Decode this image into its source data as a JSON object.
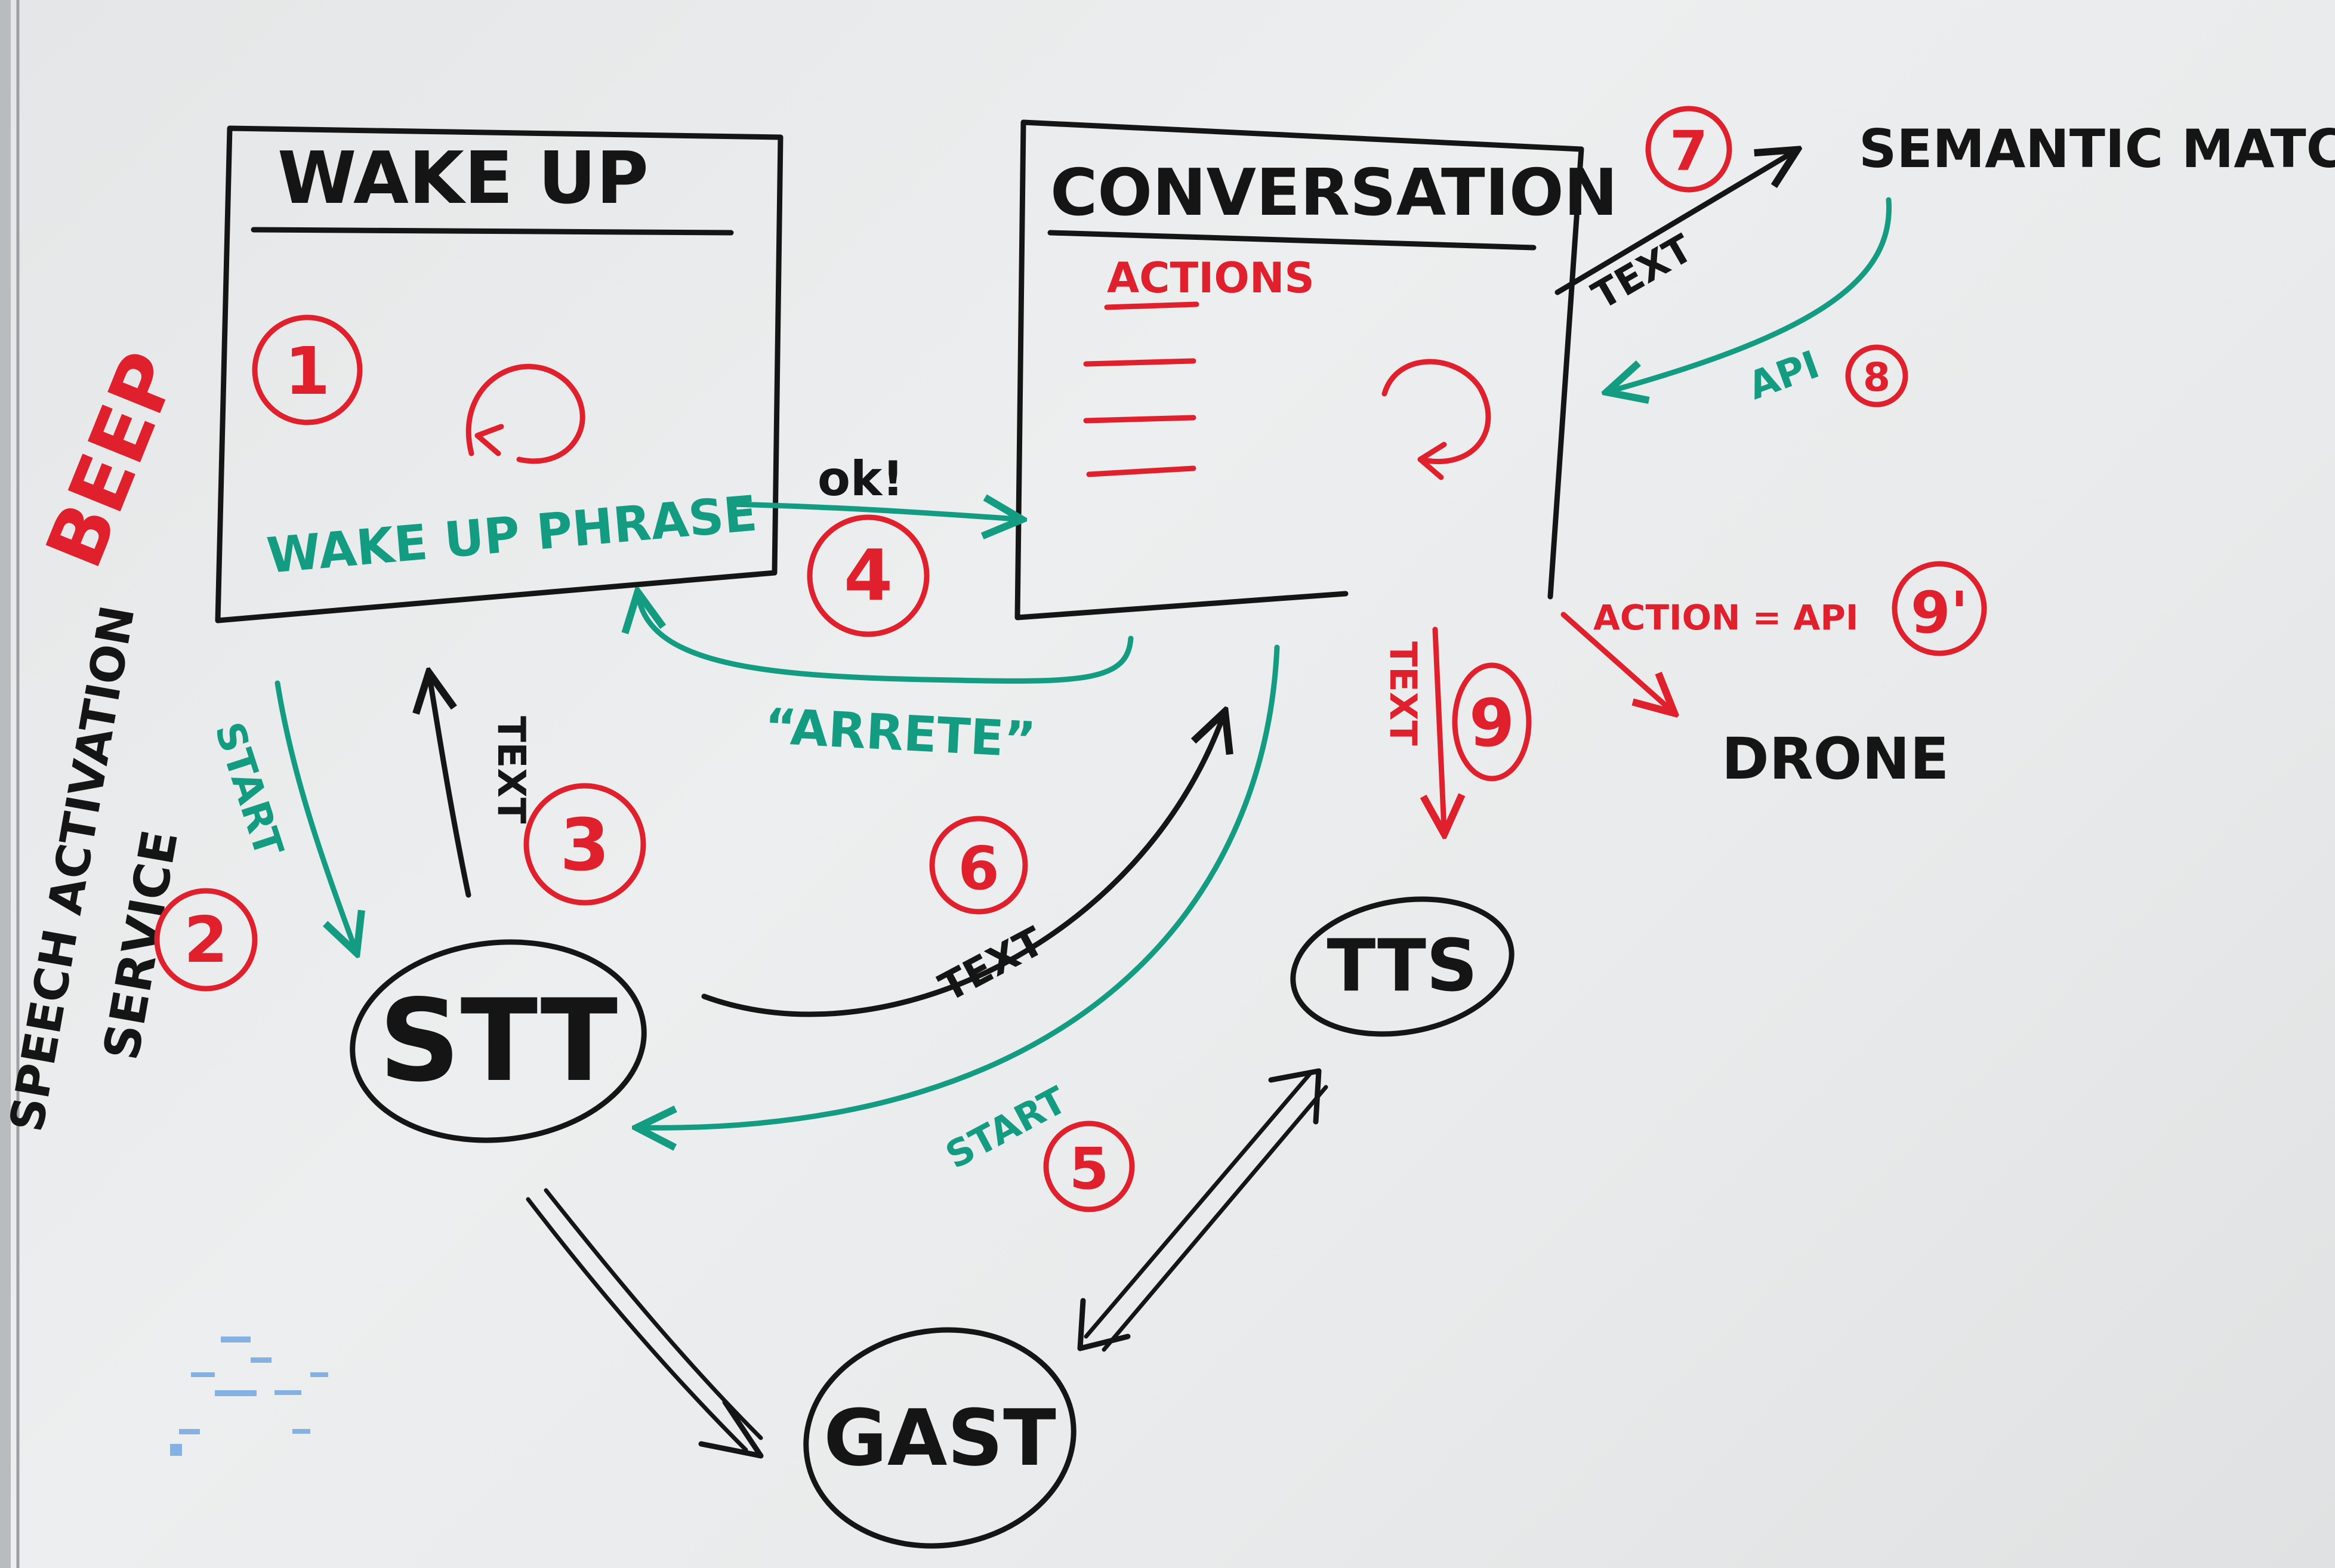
{
  "boxes": {
    "wake_up": {
      "title": "WAKE UP",
      "phrase": "WAKE UP PHRASE"
    },
    "conversation": {
      "title": "CONVERSATION",
      "actions_label": "ACTIONS"
    }
  },
  "nodes": {
    "stt": "STT",
    "tts": "TTS",
    "gast": "GAST",
    "semantic_matcher": "SEMANTIC MATCHER",
    "drone": "DRONE"
  },
  "side_labels": {
    "beep": "BEEP",
    "speech_activation_service_line1": "SPEECH ACTIVATION",
    "speech_activation_service_line2": "SERVICE"
  },
  "edge_labels": {
    "ok": "ok!",
    "arrete": "“ARRETE”",
    "start_left": "START",
    "text_up": "TEXT",
    "text_stt_conv": "TEXT",
    "start_conv_stt": "START",
    "text_conv_semantic": "TEXT",
    "api_semantic_conv": "API",
    "text_conv_tts": "TEXT",
    "action_api": "ACTION = API"
  },
  "step_numbers": {
    "s1": "1",
    "s2": "2",
    "s3": "3",
    "s4": "4",
    "s5": "5",
    "s6": "6",
    "s7": "7",
    "s8": "8",
    "s9": "9",
    "s9b": "9'"
  },
  "colors": {
    "black_marker": "#151515",
    "red_marker": "#e0202c",
    "green_marker": "#149c82",
    "board": "#e8eaeb"
  }
}
